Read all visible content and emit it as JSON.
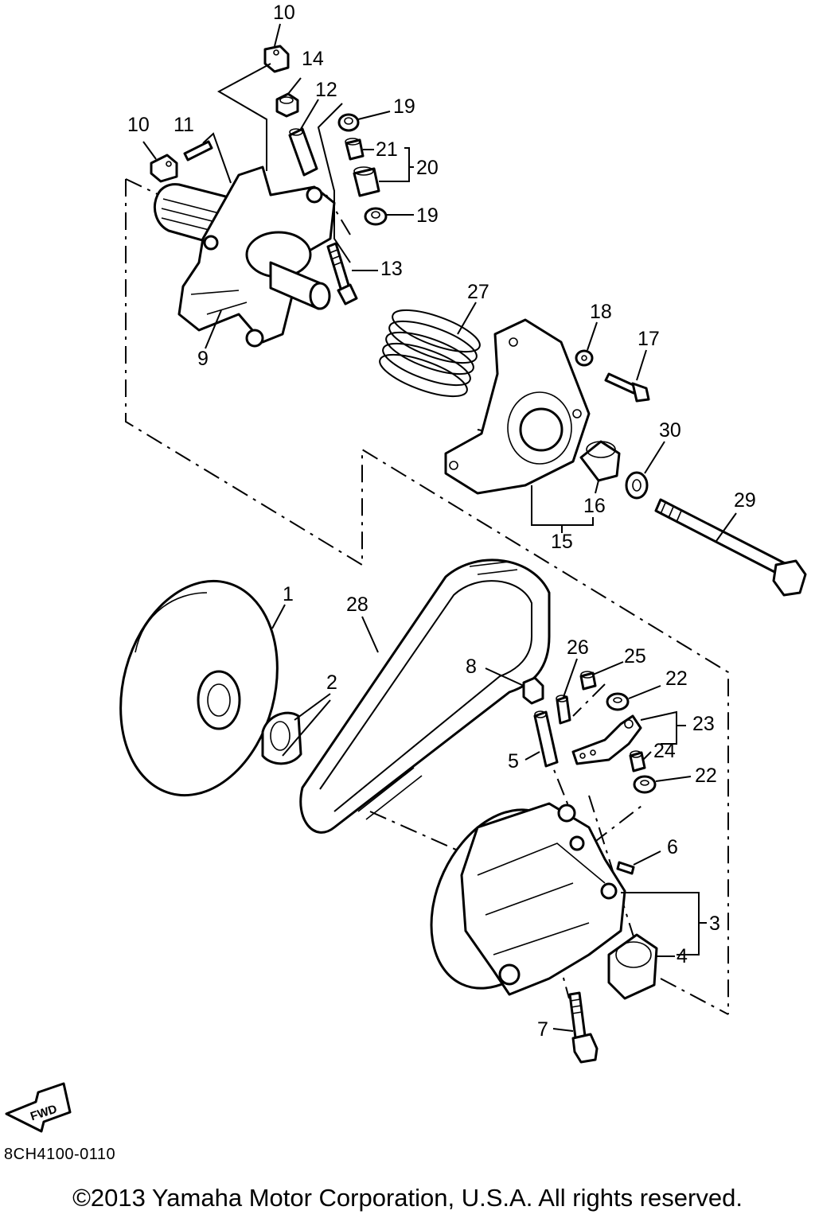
{
  "diagram": {
    "callouts": [
      {
        "id": "c10a",
        "text": "10"
      },
      {
        "id": "c14",
        "text": "14"
      },
      {
        "id": "c12",
        "text": "12"
      },
      {
        "id": "c19a",
        "text": "19"
      },
      {
        "id": "c10b",
        "text": "10"
      },
      {
        "id": "c11",
        "text": "11"
      },
      {
        "id": "c21",
        "text": "21"
      },
      {
        "id": "c20",
        "text": "20"
      },
      {
        "id": "c19b",
        "text": "19"
      },
      {
        "id": "c13",
        "text": "13"
      },
      {
        "id": "c9",
        "text": "9"
      },
      {
        "id": "c27",
        "text": "27"
      },
      {
        "id": "c18",
        "text": "18"
      },
      {
        "id": "c17",
        "text": "17"
      },
      {
        "id": "c30",
        "text": "30"
      },
      {
        "id": "c16",
        "text": "16"
      },
      {
        "id": "c15",
        "text": "15"
      },
      {
        "id": "c29",
        "text": "29"
      },
      {
        "id": "c1",
        "text": "1"
      },
      {
        "id": "c28",
        "text": "28"
      },
      {
        "id": "c26",
        "text": "26"
      },
      {
        "id": "c25",
        "text": "25"
      },
      {
        "id": "c8",
        "text": "8"
      },
      {
        "id": "c2",
        "text": "2"
      },
      {
        "id": "c22a",
        "text": "22"
      },
      {
        "id": "c23",
        "text": "23"
      },
      {
        "id": "c24",
        "text": "24"
      },
      {
        "id": "c5",
        "text": "5"
      },
      {
        "id": "c22b",
        "text": "22"
      },
      {
        "id": "c6",
        "text": "6"
      },
      {
        "id": "c3",
        "text": "3"
      },
      {
        "id": "c4",
        "text": "4"
      },
      {
        "id": "c7",
        "text": "7"
      }
    ],
    "fwd_label": "FWD",
    "code": "8CH4100-0110",
    "copyright": "©2013 Yamaha Motor Corporation, U.S.A. All rights reserved."
  }
}
